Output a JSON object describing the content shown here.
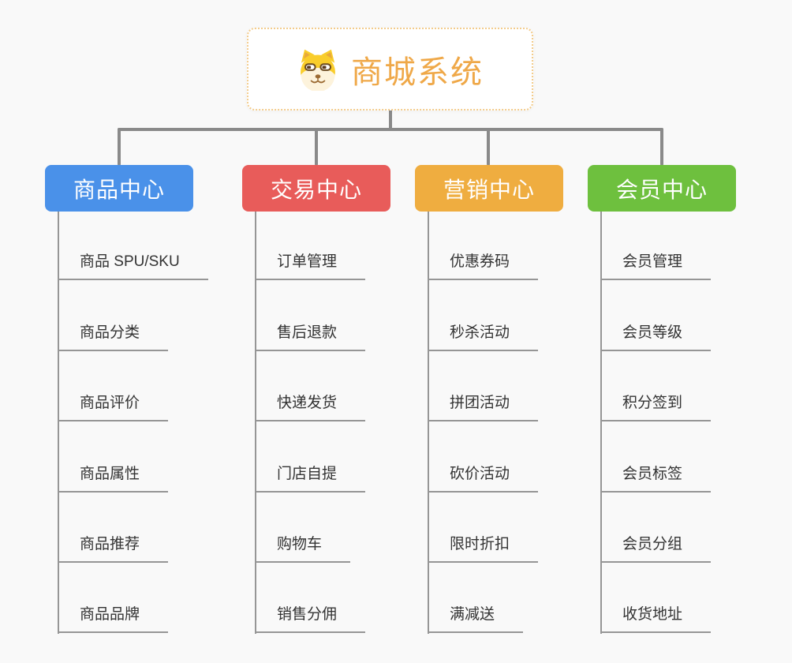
{
  "root": {
    "title": "商城系统",
    "icon": "doge-icon",
    "title_color": "#efa848",
    "border_color": "#f3cc8c"
  },
  "branches": [
    {
      "label": "商品中心",
      "color": "#4a91e9",
      "children": [
        "商品 SPU/SKU",
        "商品分类",
        "商品评价",
        "商品属性",
        "商品推荐",
        "商品品牌"
      ]
    },
    {
      "label": "交易中心",
      "color": "#e85c5a",
      "children": [
        "订单管理",
        "售后退款",
        "快递发货",
        "门店自提",
        "购物车",
        "销售分佣"
      ]
    },
    {
      "label": "营销中心",
      "color": "#efad40",
      "children": [
        "优惠券码",
        "秒杀活动",
        "拼团活动",
        "砍价活动",
        "限时折扣",
        "满减送"
      ]
    },
    {
      "label": "会员中心",
      "color": "#6ec03e",
      "children": [
        "会员管理",
        "会员等级",
        "积分签到",
        "会员标签",
        "会员分组",
        "收货地址"
      ]
    }
  ],
  "palette": {
    "background": "#f9f9f9",
    "connector_thick": "#8a8a8a",
    "connector_thin": "#969696",
    "leaf_text": "#333333",
    "branch_text": "#ffffff",
    "doge_face": "#f9cd2b",
    "doge_muzzle": "#fdf3dc"
  }
}
